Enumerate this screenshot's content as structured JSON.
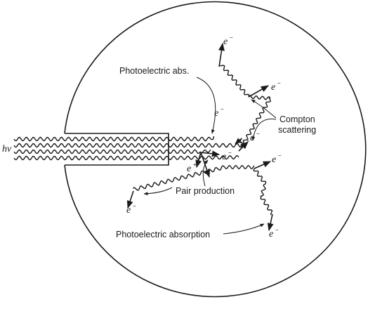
{
  "labels": {
    "photon": "hv",
    "photoelectric_abs": "Photoelectric abs.",
    "compton_line1": "Compton",
    "compton_line2": "scattering",
    "pair_production": "Pair production",
    "photoelectric_absorption": "Photoelectric absorption",
    "electron": "e",
    "positron": "e",
    "minus_sign": "−",
    "plus_sign": "+"
  },
  "colors": {
    "ink": "#1a1a1a",
    "background": "#ffffff"
  }
}
